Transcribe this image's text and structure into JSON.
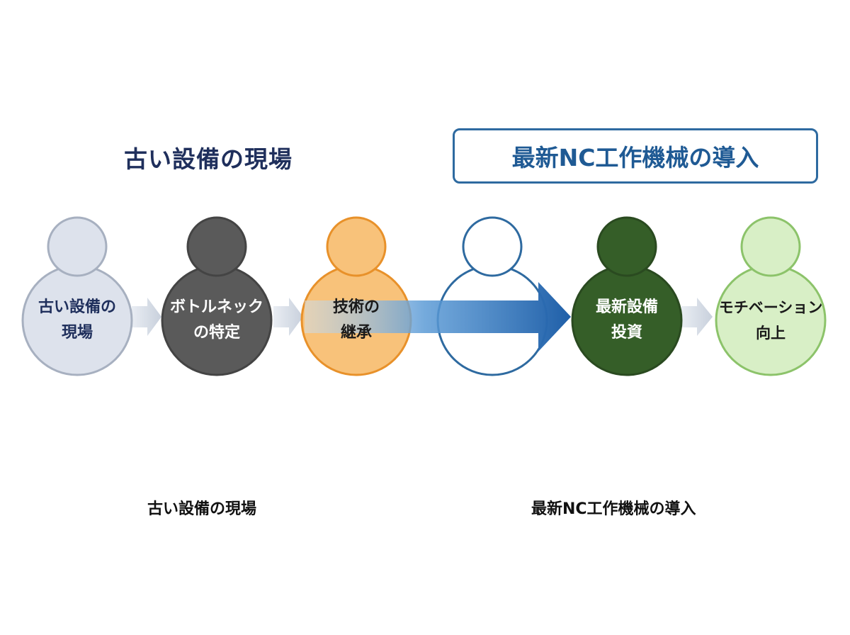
{
  "headings": {
    "left": "古い設備の現場",
    "right": "最新NC工作機械の導入"
  },
  "steps": [
    {
      "line1": "古い設備の",
      "line2": "現場"
    },
    {
      "line1": "ボトルネック",
      "line2": "の特定"
    },
    {
      "line1": "技術の",
      "line2": "継承"
    },
    {
      "line1": "",
      "line2": ""
    },
    {
      "line1": "最新設備",
      "line2": "投資"
    },
    {
      "line1": "モチベーション",
      "line2": "向上"
    }
  ],
  "footer": {
    "left": "古い設備の現場",
    "right": "最新NC工作機械の導入"
  },
  "colors": {
    "navy": "#1f2f5c",
    "blue": "#1f5a94",
    "arrow_blue": "#2a6db4",
    "gray_light": "#d9dee8",
    "gray_dark": "#5b5b5b",
    "orange": "#f8c27a",
    "dark_green": "#355e28",
    "light_green": "#d8efc6"
  }
}
